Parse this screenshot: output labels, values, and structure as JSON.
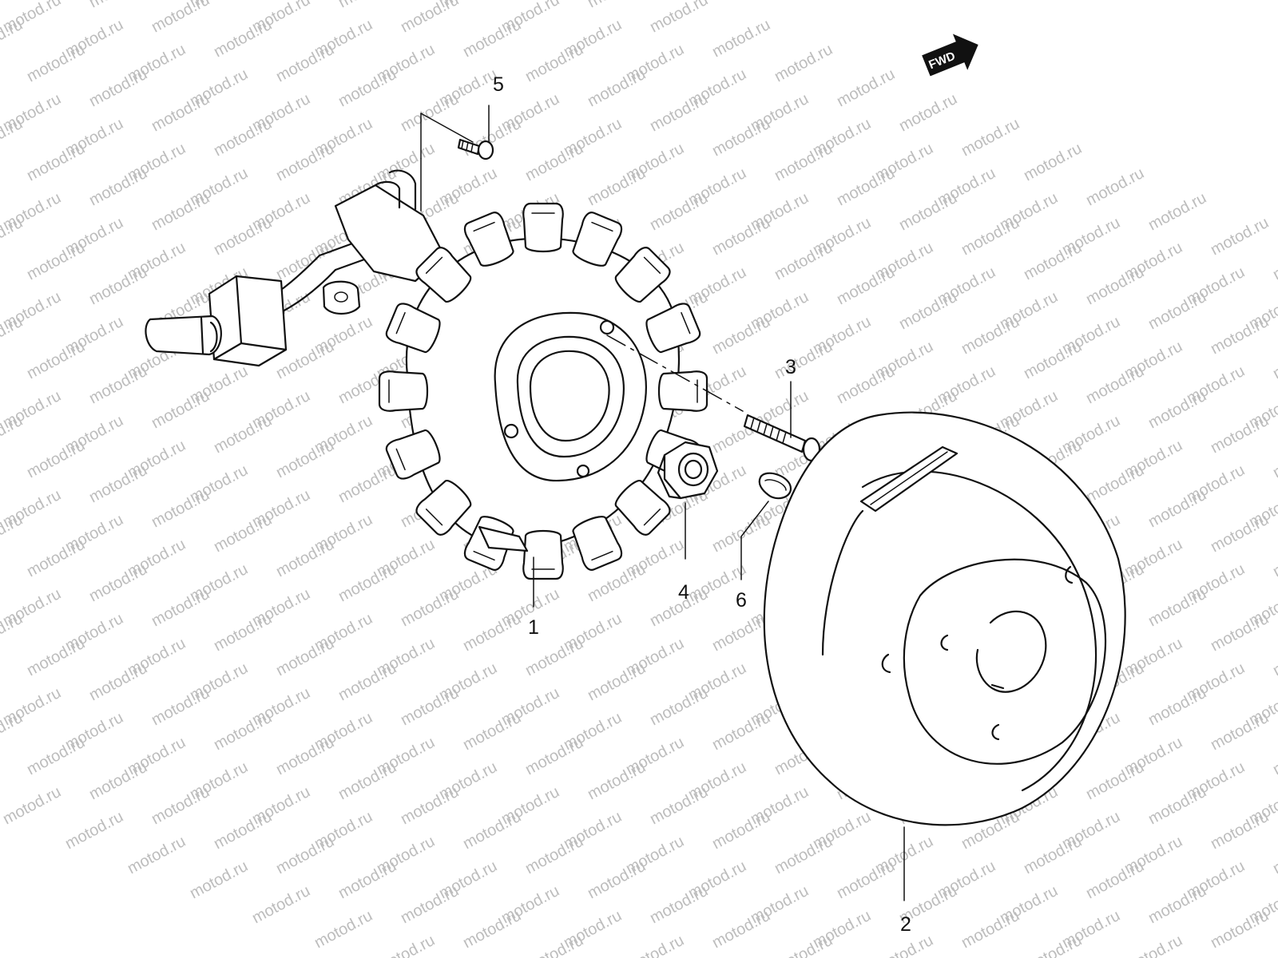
{
  "watermark": "motod.ru",
  "direction_badge": "FWD",
  "callouts": [
    {
      "id": "stator",
      "number": "1"
    },
    {
      "id": "rotor",
      "number": "2"
    },
    {
      "id": "bolt-long",
      "number": "3"
    },
    {
      "id": "nut",
      "number": "4"
    },
    {
      "id": "screw",
      "number": "5"
    },
    {
      "id": "key",
      "number": "6"
    }
  ],
  "colors": {
    "line": "#111111",
    "watermark": "#bdbdbd",
    "background": "#ffffff"
  }
}
